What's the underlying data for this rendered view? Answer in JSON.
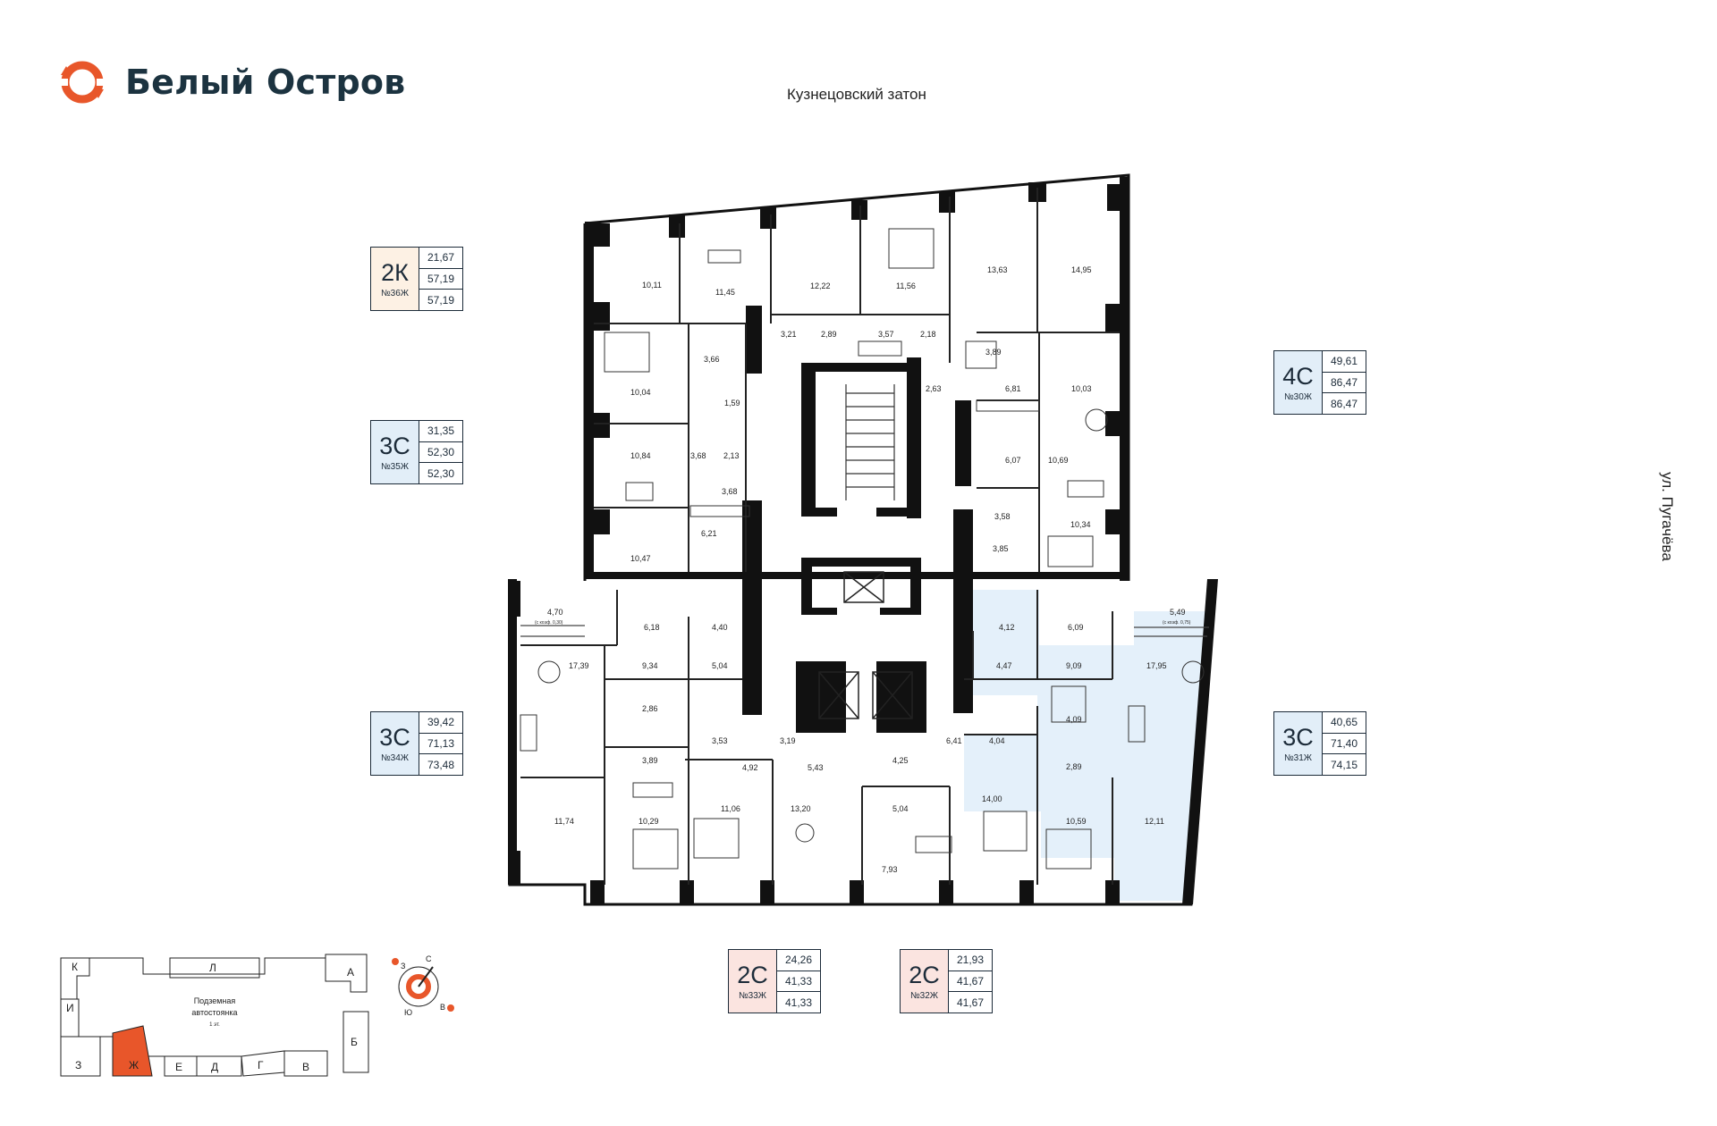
{
  "brand": {
    "name": "Белый Остров",
    "color": "#e8562a"
  },
  "streets": {
    "top": "Кузнецовский затон",
    "right": "ул. Пугачёва"
  },
  "apartments": [
    {
      "id": "36",
      "type": "2К",
      "number": "№36Ж",
      "values": [
        "21,67",
        "57,19",
        "57,19"
      ],
      "highlight": "#fdf1e4"
    },
    {
      "id": "35",
      "type": "3С",
      "number": "№35Ж",
      "values": [
        "31,35",
        "52,30",
        "52,30"
      ],
      "highlight": "#e2eef8"
    },
    {
      "id": "34",
      "type": "3С",
      "number": "№34Ж",
      "values": [
        "39,42",
        "71,13",
        "73,48"
      ],
      "highlight": "#e2eef8"
    },
    {
      "id": "30",
      "type": "4С",
      "number": "№30Ж",
      "values": [
        "49,61",
        "86,47",
        "86,47"
      ],
      "highlight": "#e2eef8"
    },
    {
      "id": "31",
      "type": "3С",
      "number": "№31Ж",
      "values": [
        "40,65",
        "71,40",
        "74,15"
      ],
      "highlight": "#e2eef8"
    },
    {
      "id": "33",
      "type": "2С",
      "number": "№33Ж",
      "values": [
        "24,26",
        "41,33",
        "41,33"
      ],
      "highlight": "#fbe4e0"
    },
    {
      "id": "32",
      "type": "2С",
      "number": "№32Ж",
      "values": [
        "21,93",
        "41,67",
        "41,67"
      ],
      "highlight": "#fbe4e0"
    }
  ],
  "room_areas": {
    "r1": "10,11",
    "r2": "11,45",
    "r3": "12,22",
    "r4": "11,56",
    "r5": "13,63",
    "r6": "14,95",
    "r7": "3,21",
    "r8": "2,89",
    "r9": "3,57",
    "r10": "2,18",
    "r11": "3,89",
    "r12": "3,66",
    "r13": "10,04",
    "r14": "1,59",
    "r15": "2,63",
    "r16": "6,81",
    "r17": "10,03",
    "r18": "10,84",
    "r19": "3,68",
    "r20": "2,13",
    "r21": "3,68",
    "r22": "6,07",
    "r23": "10,69",
    "r24": "3,58",
    "r25": "10,34",
    "r26": "6,21",
    "r27": "3,85",
    "r28": "10,47",
    "r29": "4,70",
    "r30": "(с коэф. 0,30)",
    "r31": "6,18",
    "r32": "4,40",
    "r33": "4,12",
    "r34": "6,09",
    "r35": "5,49",
    "r36": "(с коэф. 0,75)",
    "r37": "17,39",
    "r38": "9,34",
    "r39": "5,04",
    "r40": "4,47",
    "r41": "9,09",
    "r42": "17,95",
    "r43": "2,86",
    "r44": "3,53",
    "r45": "3,19",
    "r46": "6,41",
    "r47": "4,04",
    "r48": "4,09",
    "r49": "3,89",
    "r50": "4,92",
    "r51": "5,43",
    "r52": "4,25",
    "r53": "2,89",
    "r54": "11,74",
    "r55": "10,29",
    "r56": "11,06",
    "r57": "13,20",
    "r58": "5,04",
    "r59": "14,00",
    "r60": "10,59",
    "r61": "12,11",
    "r62": "7,93"
  },
  "site_map": {
    "sections": [
      "К",
      "Л",
      "А",
      "И",
      "Б",
      "З",
      "Ж",
      "Е",
      "Д",
      "Г",
      "В"
    ],
    "parking_line1": "Подземная",
    "parking_line2": "автостоянка",
    "parking_line3": "1 эт.",
    "active_section": "Ж",
    "active_color": "#e8562a"
  },
  "compass": {
    "n": "С",
    "s": "Ю",
    "w": "З",
    "e": "В"
  }
}
